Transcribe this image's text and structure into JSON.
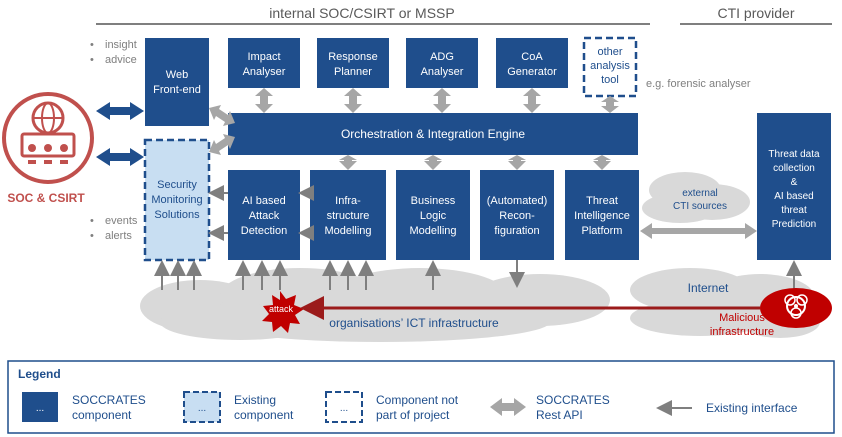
{
  "headers": {
    "internal": "internal SOC/CSIRT or MSSP",
    "provider": "CTI provider"
  },
  "soc": {
    "label": "SOC & CSIRT",
    "outputs": [
      "insight",
      "advice"
    ],
    "inputs": [
      "events",
      "alerts"
    ]
  },
  "components": {
    "web_frontend": [
      "Web",
      "Front-end"
    ],
    "impact_analyser": [
      "Impact",
      "Analyser"
    ],
    "response_planner": [
      "Response",
      "Planner"
    ],
    "adg_analyser": [
      "ADG",
      "Analyser"
    ],
    "coa_generator": [
      "CoA",
      "Generator"
    ],
    "other_tool": [
      "other",
      "analysis",
      "tool"
    ],
    "other_tool_note": "e.g. forensic analyser",
    "orchestration": "Orchestration & Integration Engine",
    "security_monitoring": [
      "Security",
      "Monitoring",
      "Solutions"
    ],
    "ai_attack": [
      "AI based",
      "Attack",
      "Detection"
    ],
    "infra_modelling": [
      "Infra-",
      "structure",
      "Modelling"
    ],
    "business_logic": [
      "Business",
      "Logic",
      "Modelling"
    ],
    "reconfiguration": [
      "(Automated)",
      "Recon-",
      "figuration"
    ],
    "tip": [
      "Threat",
      "Intelligence",
      "Platform"
    ],
    "external_cti": [
      "external",
      "CTI sources"
    ],
    "threat_data": [
      "Threat data",
      "collection",
      "&",
      "AI based",
      "threat",
      "Prediction"
    ]
  },
  "environment": {
    "ict": "organisations’ ICT infrastructure",
    "attack": "attack",
    "internet": "Internet",
    "malicious": [
      "Malicious",
      "infrastructure"
    ]
  },
  "legend": {
    "title": "Legend",
    "box_symbol": "...",
    "items": [
      [
        "SOCCRATES",
        "component"
      ],
      [
        "Existing",
        "component"
      ],
      [
        "Component not",
        "part of project"
      ],
      [
        "SOCCRATES",
        "Rest API"
      ],
      [
        "Existing interface"
      ]
    ]
  },
  "colors": {
    "navy": "#1f4e8c",
    "light_blue": "#c8def2",
    "gray_arrow": "#a6a6a6",
    "cloud": "#d9d9d9",
    "red": "#c0504d",
    "dark_red": "#9b1b1b"
  }
}
